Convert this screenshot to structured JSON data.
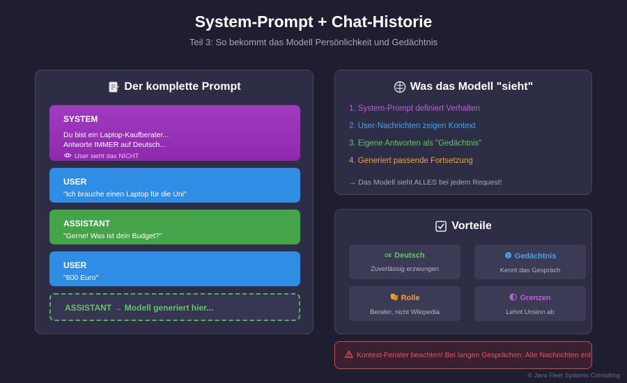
{
  "header": {
    "title": "System-Prompt + Chat-Historie",
    "subtitle": "Teil 3: So bekommt das Modell Persönlichkeit und Gedächtnis"
  },
  "prompt_panel": {
    "heading": "Der komplette Prompt",
    "heading_icon": "memo-icon",
    "messages": [
      {
        "role": "SYSTEM",
        "lines": [
          "Du bist ein Laptop-Kaufberater...",
          "Antworte IMMER auf Deutsch..."
        ],
        "note": "User sieht das NICHT",
        "note_icon": "eye-icon",
        "color": "#9b34b8"
      },
      {
        "role": "USER",
        "lines": [
          "\"Ich brauche einen Laptop für die Uni\""
        ],
        "color": "#2f8de6"
      },
      {
        "role": "ASSISTANT",
        "lines": [
          "\"Gerne! Was ist dein Budget?\""
        ],
        "color": "#45a34a"
      },
      {
        "role": "USER",
        "lines": [
          "\"800 Euro\""
        ],
        "color": "#2f8de6"
      },
      {
        "role": "ASSISTANT → Modell generiert hier...",
        "style": "dashed",
        "color": "#62c666"
      }
    ]
  },
  "sees_panel": {
    "heading": "Was das Modell \"sieht\"",
    "heading_icon": "brain-icon",
    "items": [
      {
        "text": "1. System-Prompt definiert Verhalten",
        "color": "#bb5fd8"
      },
      {
        "text": "2. User-Nachrichten zeigen Kontext",
        "color": "#45a3f2"
      },
      {
        "text": "3. Eigene Antworten als \"Gedächtnis\"",
        "color": "#62c666"
      },
      {
        "text": "4. Generiert passende Fortsetzung",
        "color": "#f0a23a"
      }
    ],
    "summary": "→ Das Modell sieht ALLES bei jedem Request!"
  },
  "benefits_panel": {
    "heading": "Vorteile",
    "heading_icon": "checkbox-icon",
    "tiles": [
      {
        "title": "Deutsch",
        "desc": "Zuverlässig erzwungen",
        "icon": "de-flag-icon",
        "color": "#62c666"
      },
      {
        "title": "Gedächtnis",
        "desc": "Kennt das Gespräch",
        "icon": "globe-icon",
        "color": "#45a3f2"
      },
      {
        "title": "Rolle",
        "desc": "Berater, nicht Wikipedia",
        "icon": "theater-masks-icon",
        "color": "#f0a23a"
      },
      {
        "title": "Grenzen",
        "desc": "Lehnt Unsinn ab",
        "icon": "half-circle-icon",
        "color": "#bb5fd8"
      }
    ]
  },
  "warning": {
    "text": "Kontext-Fenster beachten! Bei langen Gesprächen: Alte Nachrichten entfernen",
    "icon": "warning-icon",
    "color": "#ec5560"
  },
  "footer": {
    "copyright": "© Java Fleet Systems Consulting"
  }
}
